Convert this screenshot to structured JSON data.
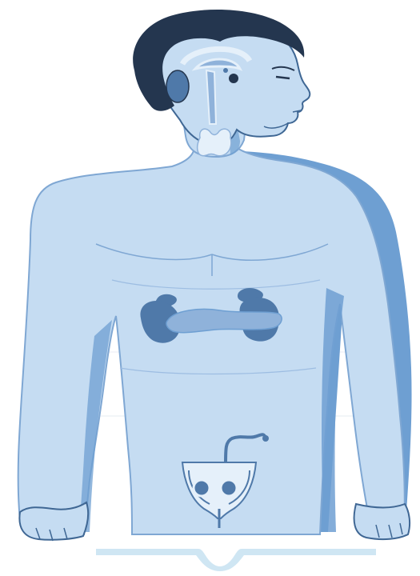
{
  "figure": {
    "colors": {
      "background": "#ffffff",
      "skin": "#c5dcf2",
      "shadow": "#6e9fd2",
      "hair": "#24364f",
      "organ": "#4f79a9",
      "organ_light": "#8fb2da",
      "outline": "#3f6794",
      "page_bar": "#cfe6f3"
    },
    "glands": [
      "brain-structures",
      "pituitary",
      "thyroid",
      "adrenal-left",
      "adrenal-right",
      "pancreas",
      "kidney-left",
      "kidney-right",
      "gonads"
    ]
  }
}
